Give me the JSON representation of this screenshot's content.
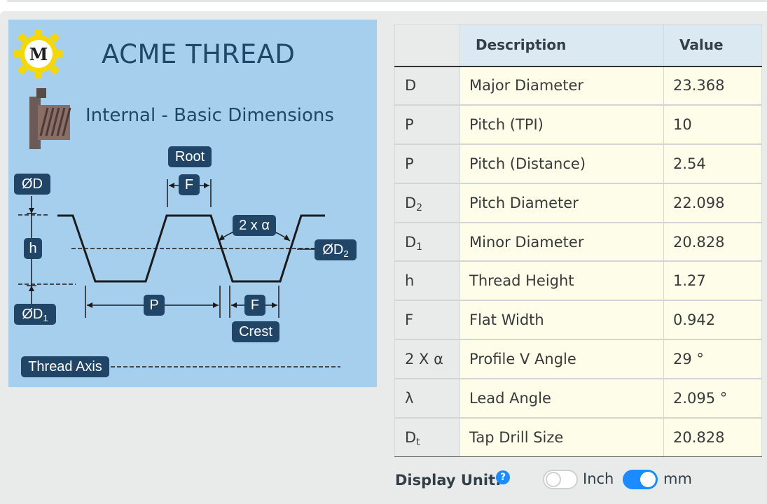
{
  "diagram": {
    "title": "ACME THREAD",
    "subtitle": "Internal - Basic Dimensions",
    "logo_letter": "M",
    "labels": {
      "root": "Root",
      "f_top": "F",
      "od": "ØD",
      "angle": "2 x α",
      "od2_main": "ØD",
      "od2_sub": "2",
      "h": "h",
      "p": "P",
      "f_bottom": "F",
      "od1_main": "ØD",
      "od1_sub": "1",
      "crest": "Crest",
      "thread_axis": "Thread Axis"
    }
  },
  "table": {
    "headers": {
      "symbol": "",
      "description": "Description",
      "value": "Value"
    },
    "rows": [
      {
        "sym": "D",
        "sub": "",
        "description": "Major Diameter",
        "value": "23.368"
      },
      {
        "sym": "P",
        "sub": "",
        "description": "Pitch (TPI)",
        "value": "10"
      },
      {
        "sym": "P",
        "sub": "",
        "description": "Pitch (Distance)",
        "value": "2.54"
      },
      {
        "sym": "D",
        "sub": "2",
        "description": "Pitch Diameter",
        "value": "22.098"
      },
      {
        "sym": "D",
        "sub": "1",
        "description": "Minor Diameter",
        "value": "20.828"
      },
      {
        "sym": "h",
        "sub": "",
        "description": "Thread Height",
        "value": "1.27"
      },
      {
        "sym": "F",
        "sub": "",
        "description": "Flat Width",
        "value": "0.942"
      },
      {
        "sym": "2 X α",
        "sub": "",
        "description": "Profile V Angle",
        "value": "29 °"
      },
      {
        "sym": "λ",
        "sub": "",
        "description": "Lead Angle",
        "value": "2.095 °"
      },
      {
        "sym": "D",
        "sub": "t",
        "description": "Tap Drill Size",
        "value": "20.828"
      }
    ]
  },
  "footer": {
    "display_unit_label": "Display Unit:",
    "help_icon": "?",
    "inch_label": "Inch",
    "mm_label": "mm",
    "selected_unit": "mm"
  },
  "colors": {
    "diagram_bg": "#a6cfee",
    "tag_bg": "#204566",
    "table_row_bg": "#fdfdea",
    "header_bg": "#dbe9f3",
    "toggle_on": "#1a8cff"
  }
}
